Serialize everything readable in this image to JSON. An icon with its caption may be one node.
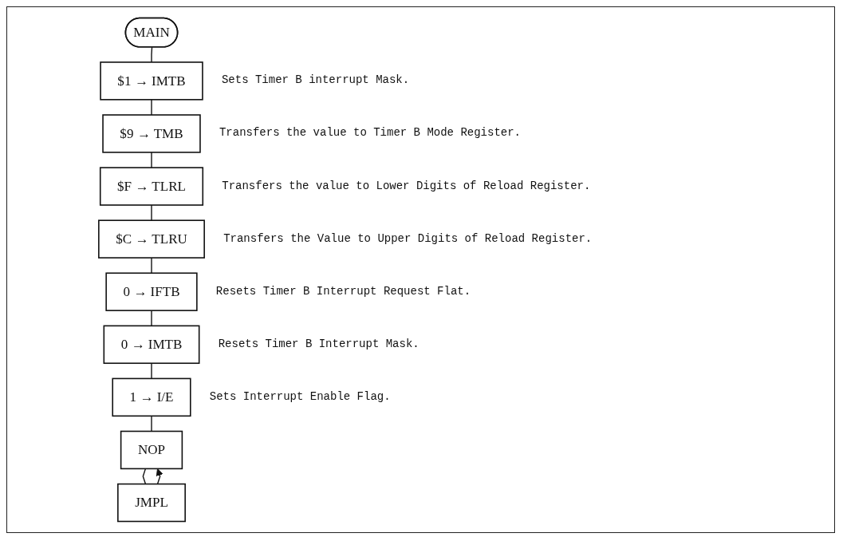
{
  "diagram": {
    "nodes": [
      {
        "text": [
          "MAIN"
        ]
      },
      {
        "text": [
          "$1 → IMTB"
        ],
        "beside": [
          "Sets Timer B interrupt Mask."
        ]
      },
      {
        "text": [
          "$9 → TMB"
        ],
        "beside": [
          "Transfers the value to Timer B Mode Register."
        ]
      },
      {
        "text": [
          "$F → TLRL"
        ],
        "beside": [
          "Transfers the value to Lower Digits of Reload Register."
        ]
      },
      {
        "text": [
          "$C → TLRU"
        ],
        "beside": [
          "Transfers the Value to Upper Digits of Reload Register."
        ]
      },
      {
        "text": [
          "0 → IFTB"
        ],
        "beside": [
          "Resets Timer B Interrupt Request Flat."
        ]
      },
      {
        "text": [
          "0 → IMTB"
        ],
        "beside": [
          "Resets Timer B Interrupt Mask."
        ]
      },
      {
        "text": [
          "1 → I/E"
        ],
        "beside": [
          "Sets Interrupt Enable Flag."
        ]
      },
      {
        "text": [
          "NOP"
        ]
      },
      {
        "text": [
          "JMPL"
        ]
      }
    ],
    "edges": [
      {
        "from": 0,
        "to": 1,
        "arrow": "none"
      },
      {
        "from": 1,
        "to": 2,
        "arrow": "none"
      },
      {
        "from": 2,
        "to": 3,
        "arrow": "none"
      },
      {
        "from": 3,
        "to": 4,
        "arrow": "none"
      },
      {
        "from": 4,
        "to": 5,
        "arrow": "none"
      },
      {
        "from": 5,
        "to": 6,
        "arrow": "none"
      },
      {
        "from": 6,
        "to": 7,
        "arrow": "none"
      },
      {
        "from": 7,
        "to": 8,
        "arrow": "none"
      },
      {
        "from": 8,
        "to": 9,
        "arrow": "none"
      },
      {
        "from": 9,
        "to": 8,
        "arrow": "to"
      }
    ]
  }
}
